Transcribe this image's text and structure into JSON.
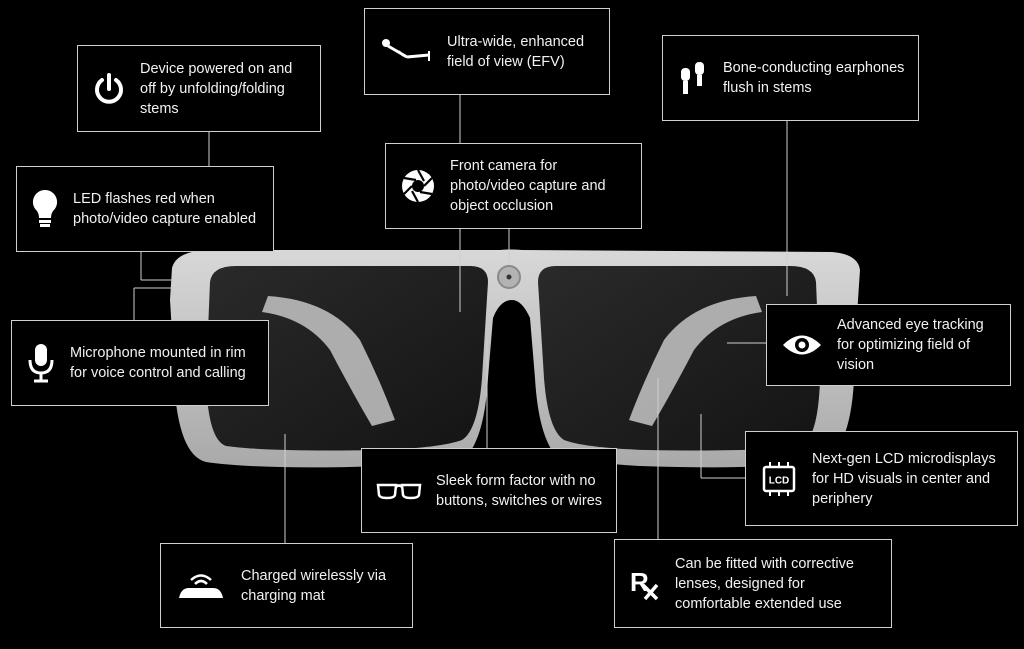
{
  "callouts": {
    "power": {
      "text": "Device powered on and off by unfolding/folding stems",
      "icon": "power-icon"
    },
    "efv": {
      "text": "Ultra-wide, enhanced field of view (EFV)",
      "icon": "field-of-view-icon"
    },
    "earphones": {
      "text": "Bone-conducting earphones flush in stems",
      "icon": "earphones-icon"
    },
    "camera": {
      "text": "Front camera for photo/video capture and object occlusion",
      "icon": "camera-aperture-icon"
    },
    "led": {
      "text": "LED flashes red when photo/video capture enabled",
      "icon": "light-bulb-icon"
    },
    "microphone": {
      "text": "Microphone mounted in rim for voice control and calling",
      "icon": "microphone-icon"
    },
    "eye_tracking": {
      "text": "Advanced eye tracking for optimizing field of vision",
      "icon": "eye-icon"
    },
    "lcd": {
      "text": "Next-gen LCD microdisplays for HD visuals in center and periphery",
      "icon": "lcd-icon",
      "icon_label": "LCD"
    },
    "form_factor": {
      "text": "Sleek form factor with no buttons, switches or wires",
      "icon": "glasses-icon"
    },
    "wireless": {
      "text": "Charged wirelessly via charging mat",
      "icon": "wireless-charging-icon"
    },
    "corrective": {
      "text": "Can be fitted with corrective lenses, designed for comfortable extended use",
      "icon": "prescription-rx-icon"
    }
  },
  "colors": {
    "background": "#000000",
    "border": "#cfcfcf",
    "text": "#f2f2f2",
    "frame": "#c9c9c9",
    "lens": "#1b1b1b"
  }
}
